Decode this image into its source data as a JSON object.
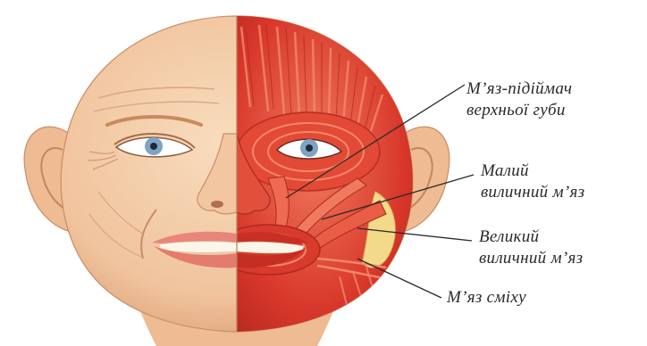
{
  "labels": {
    "levator_labii": {
      "line1": "М’яз-підіймач",
      "line2": "верхньої губи"
    },
    "zygomaticus_minor": {
      "line1": "Малий",
      "line2": "виличний м’яз"
    },
    "zygomaticus_major": {
      "line1": "Великий",
      "line2": "виличний м’яз"
    },
    "risorius": {
      "line1": "М’яз сміху"
    }
  },
  "colors": {
    "skin": "#f2c9a3",
    "skin_shadow": "#dea57c",
    "muscle": "#d8372a",
    "muscle_light": "#ef6a52",
    "fat": "#f3d98a",
    "eye_iris": "#7fa3c4",
    "lip": "#e9857a",
    "leader_line": "#2a2a2a"
  }
}
